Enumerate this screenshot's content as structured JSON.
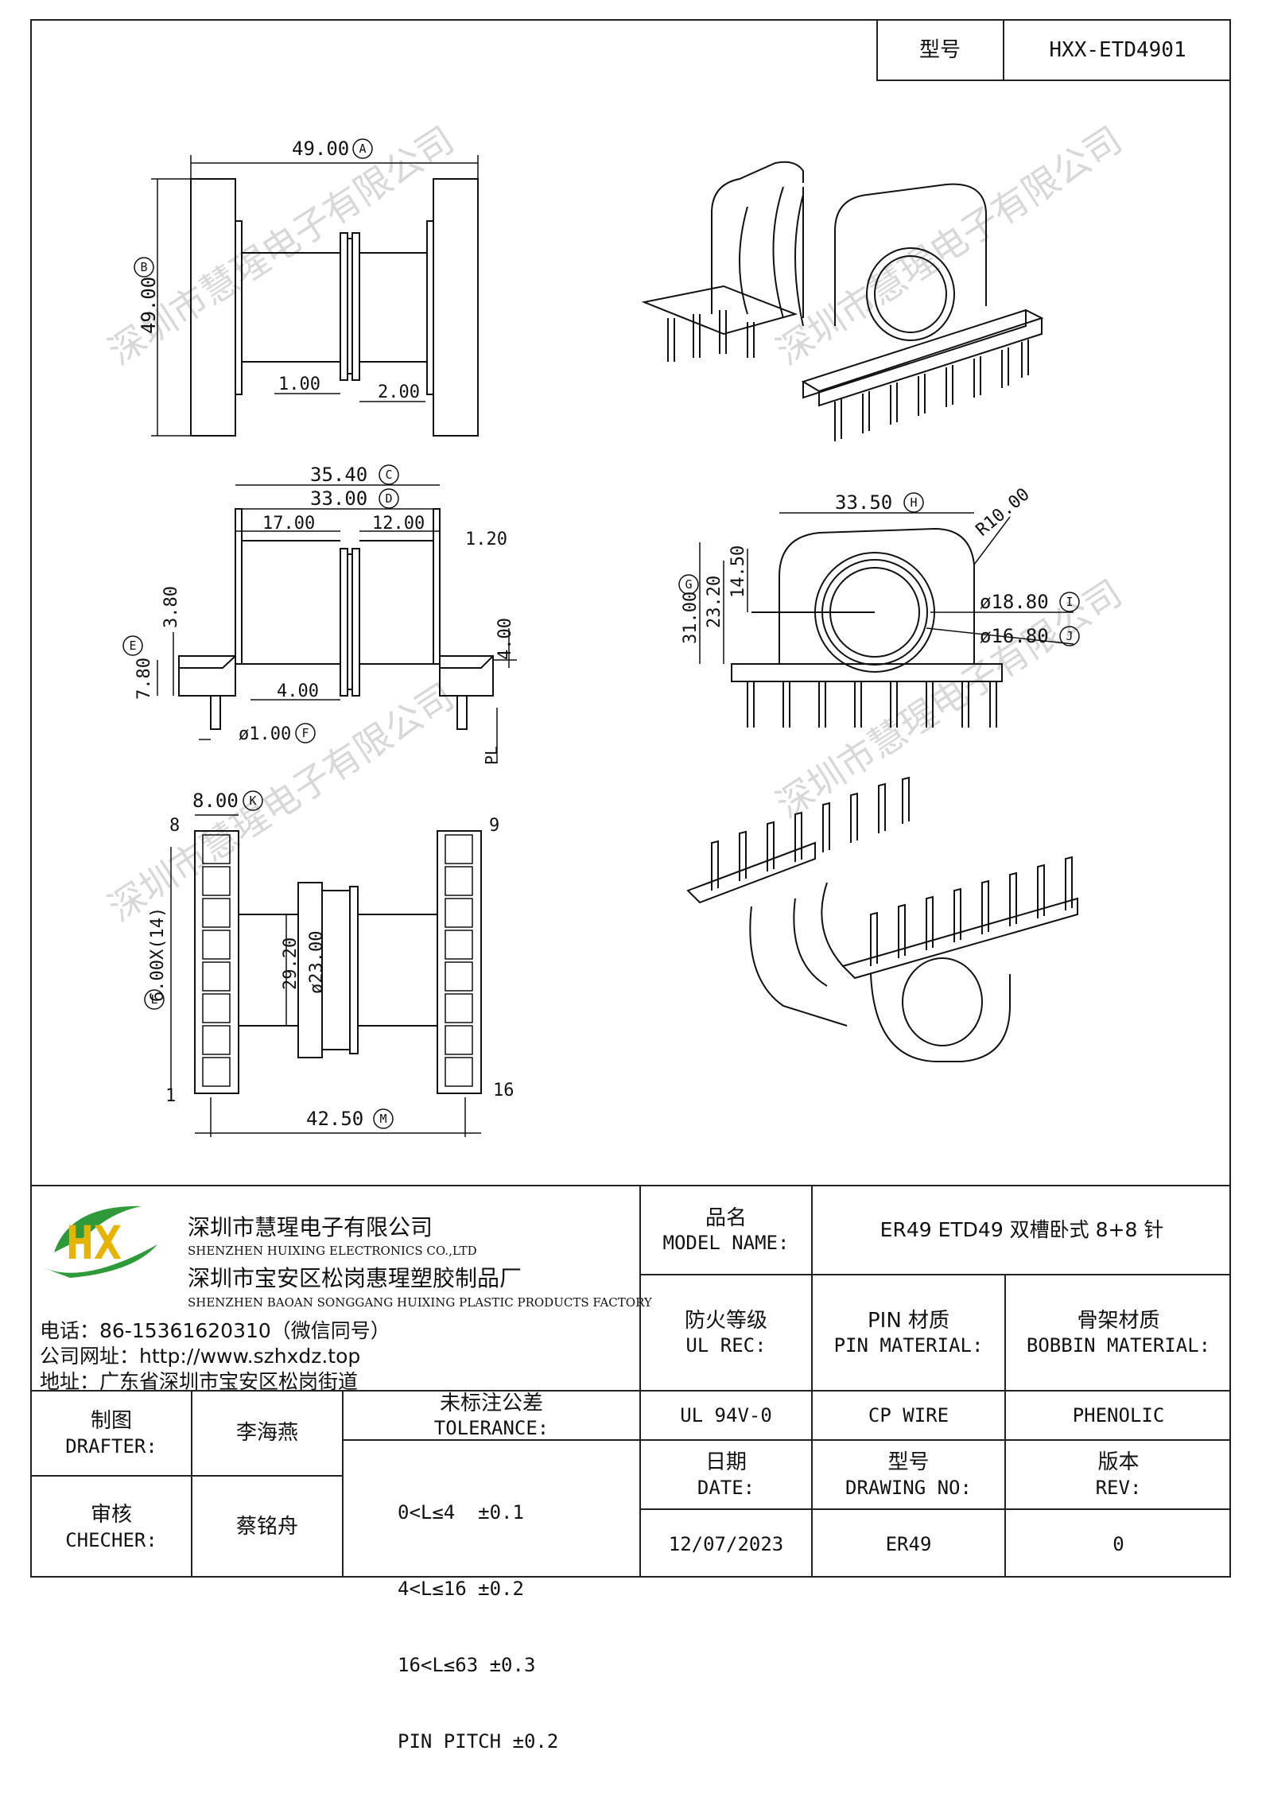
{
  "header": {
    "model_label": "型号",
    "model_value": "HXX-ETD4901"
  },
  "drawing": {
    "dims": {
      "a": "49.00",
      "b": "49.00",
      "w1": "1.00",
      "w2": "2.00",
      "c": "35.40",
      "d": "33.00",
      "s17": "17.00",
      "s12": "12.00",
      "s120": "1.20",
      "s380": "3.80",
      "s780": "7.80",
      "s400a": "4.00",
      "s400b": "4.00",
      "pin": "ø1.00",
      "pl": "PL",
      "h": "33.50",
      "r": "R10.00",
      "g": "31.00",
      "s2320": "23.20",
      "s1450": "14.50",
      "i": "ø18.80",
      "j": "ø16.80",
      "k": "8.00",
      "l": "6.00X(14)",
      "s2920": "29.20",
      "s2300": "ø23.00",
      "m": "42.50"
    },
    "letters": {
      "a": "A",
      "b": "B",
      "c": "C",
      "d": "D",
      "e": "E",
      "f": "F",
      "g": "G",
      "h": "H",
      "i": "I",
      "j": "J",
      "k": "K",
      "l": "L",
      "m": "M"
    },
    "pin_numbers": {
      "p8": "8",
      "p9": "9",
      "p1": "1",
      "p16": "16"
    },
    "watermark": "深圳市慧瑆电子有限公司"
  },
  "company": {
    "logo_text": "HX",
    "name_cn": "深圳市慧瑆电子有限公司",
    "name_en": "SHENZHEN HUIXING ELECTRONICS CO.,LTD",
    "factory_cn": "深圳市宝安区松岗惠瑆塑胶制品厂",
    "factory_en": "SHENZHEN BAOAN SONGGANG HUIXING PLASTIC PRODUCTS FACTORY",
    "phone": "电话：86-15361620310（微信同号）",
    "website": "公司网址：http://www.szhxdz.top",
    "address": "地址：广东省深圳市宝安区松岗街道"
  },
  "titleblock": {
    "model_name_cn": "品名",
    "model_name_en": "MODEL NAME:",
    "model_name_value": "ER49 ETD49 双槽卧式 8+8 针",
    "ul_cn": "防火等级",
    "ul_en": "UL REC:",
    "pin_cn": "PIN 材质",
    "pin_en": "PIN MATERIAL:",
    "bobbin_cn": "骨架材质",
    "bobbin_en": "BOBBIN MATERIAL:",
    "ul_value": "UL 94V-0",
    "pin_value": "CP WIRE",
    "bobbin_value": "PHENOLIC",
    "date_cn": "日期",
    "date_en": "DATE:",
    "drawing_cn": "型号",
    "drawing_en": "DRAWING NO:",
    "rev_cn": "版本",
    "rev_en": "REV:",
    "date_value": "12/07/2023",
    "drawing_value": "ER49",
    "rev_value": "0",
    "drafter_cn": "制图",
    "drafter_en": "DRAFTER:",
    "drafter_value": "李海燕",
    "checker_cn": "审核",
    "checker_en": "CHECHER:",
    "checker_value": "蔡铭舟",
    "tol_cn": "未标注公差",
    "tol_en": "TOLERANCE:",
    "tol_lines": [
      "0<L≤4  ±0.1",
      "4<L≤16 ±0.2",
      "16<L≤63 ±0.3",
      "PIN PITCH ±0.2"
    ]
  }
}
